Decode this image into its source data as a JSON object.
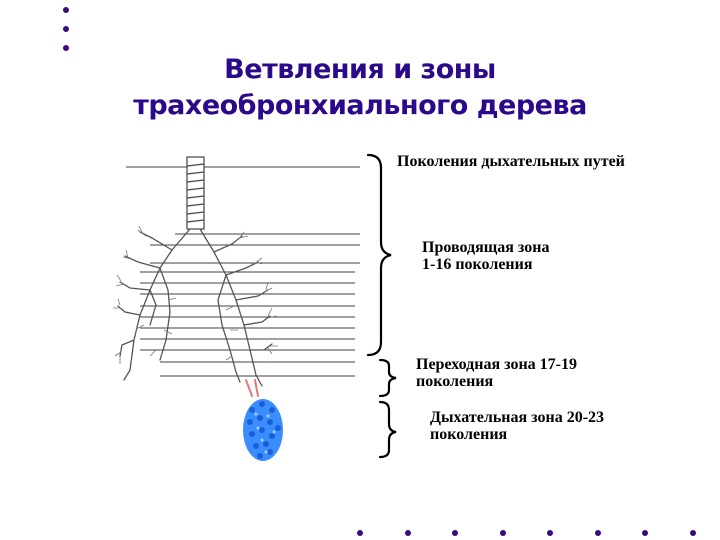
{
  "title": {
    "line1": "Ветвления и зоны",
    "line2": "трахеобронхиального дерева"
  },
  "labels": {
    "generations": "Поколения дыхательных путей",
    "conducting_zone": "Проводящая зона",
    "conducting_range": "1-16 поколения",
    "transitional_zone": "Переходная  зона 17-19",
    "transitional_unit": "поколения",
    "respiratory_zone": "Дыхательная зона 20-23",
    "respiratory_unit": "поколения"
  },
  "colors": {
    "title": "#2a0a8a",
    "bullets": "#3b0a7a",
    "alveoli": "#3a8dff",
    "transition": "#e07a7a"
  }
}
